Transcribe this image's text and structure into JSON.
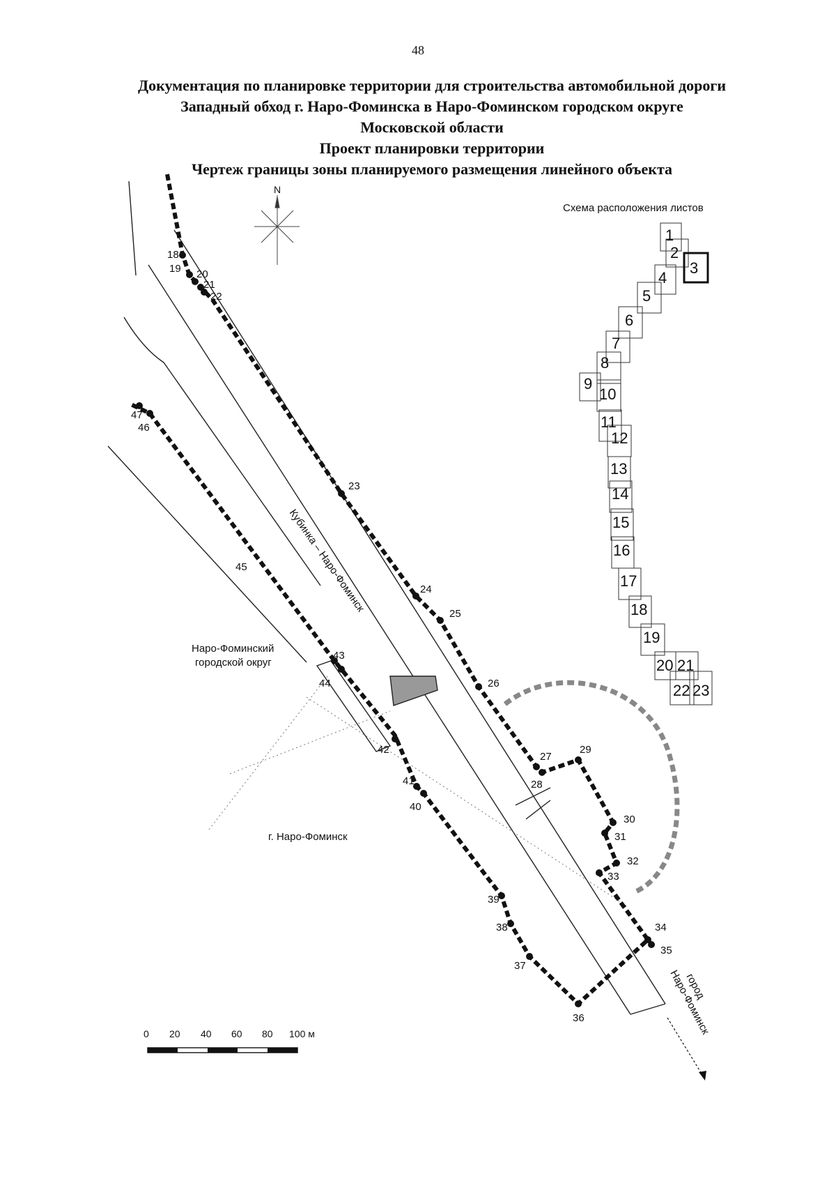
{
  "page_number": "48",
  "title_lines": [
    "Документация по планировке территории для строительства автомобильной дороги",
    "Западный обход г. Наро-Фоминска в Наро-Фоминском городском округе",
    "Московской области",
    "Проект планировки территории",
    "Чертеж границы зоны планируемого размещения линейного объекта"
  ],
  "north_label": "N",
  "road_label": "Кубинка – Наро-Фоминск",
  "district_label": [
    "Наро-Фоминский",
    "городской округ"
  ],
  "town_label": "г. Наро-Фоминск",
  "direction_label": [
    "город",
    "Наро-Фоминск"
  ],
  "scale": {
    "ticks": [
      "0",
      "20",
      "40",
      "60",
      "80",
      "100 м"
    ]
  },
  "inset": {
    "title": "Схема расположения листов",
    "sheets": [
      "1",
      "2",
      "3",
      "4",
      "5",
      "6",
      "7",
      "8",
      "9",
      "10",
      "11",
      "12",
      "13",
      "14",
      "15",
      "16",
      "17",
      "18",
      "19",
      "20",
      "21",
      "22",
      "23"
    ],
    "current_sheet": "3"
  },
  "points": [
    "18",
    "19",
    "20",
    "21",
    "22",
    "23",
    "24",
    "25",
    "26",
    "27",
    "28",
    "29",
    "30",
    "31",
    "32",
    "33",
    "34",
    "35",
    "36",
    "37",
    "38",
    "39",
    "40",
    "41",
    "42",
    "43",
    "44",
    "45",
    "46",
    "47"
  ]
}
